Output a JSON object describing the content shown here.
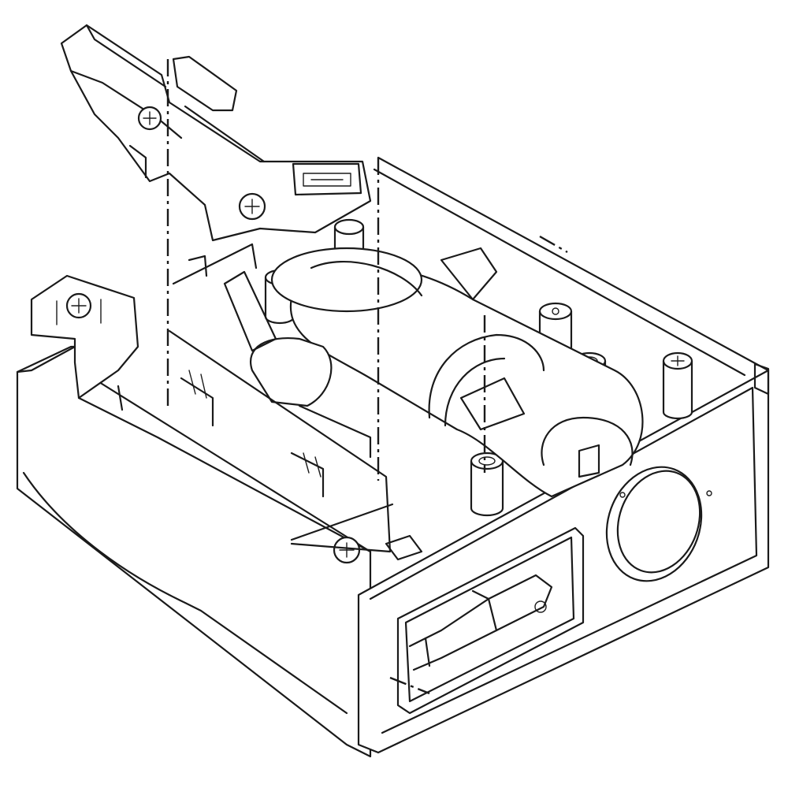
{
  "drawing": {
    "style": "line-art",
    "stroke_color": "#1a1a1a",
    "background_color": "#ffffff",
    "parts": [
      {
        "id": "housing",
        "icon": "tray-housing-icon"
      },
      {
        "id": "inlet-chute",
        "icon": "chute-icon"
      },
      {
        "id": "pump-cylinder",
        "icon": "cylinder-icon"
      },
      {
        "id": "round-port",
        "icon": "round-port-icon"
      },
      {
        "id": "rect-window",
        "icon": "window-icon"
      },
      {
        "id": "screw-bosses",
        "icon": "screw-icon"
      },
      {
        "id": "connector",
        "icon": "connector-icon"
      },
      {
        "id": "section-lines",
        "icon": "dash-dot-line-icon"
      }
    ]
  }
}
